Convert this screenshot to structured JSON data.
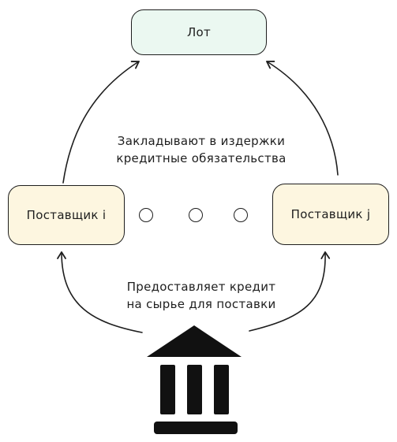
{
  "nodes": {
    "lot": {
      "label": "Лот"
    },
    "supplier_i": {
      "label": "Поставщик i"
    },
    "supplier_j": {
      "label": "Поставщик j"
    }
  },
  "edges": {
    "suppliers_to_lot": {
      "line1": "Закладывают в издержки",
      "line2": "кредитные обязательства"
    },
    "bank_to_suppliers": {
      "line1": "Предоставляет кредит",
      "line2": "на сырье для поставки"
    }
  },
  "icons": {
    "bank": "bank-icon",
    "ellipsis": "circle-icon"
  },
  "colors": {
    "stroke": "#1e1e1e",
    "lot_fill": "#ebf8f1",
    "supplier_fill": "#fdf6e0"
  }
}
